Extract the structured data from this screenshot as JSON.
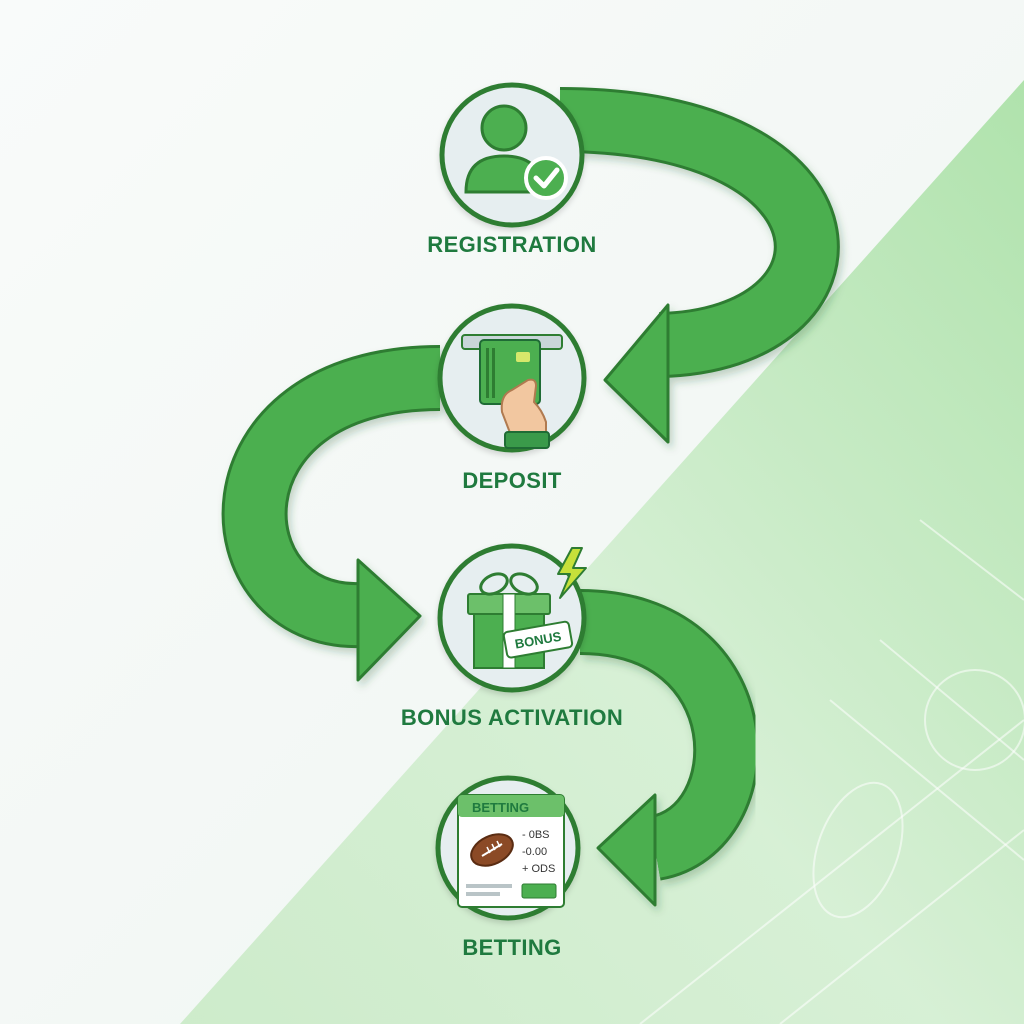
{
  "diagram": {
    "steps": [
      {
        "id": "registration",
        "label": "REGISTRATION",
        "icon": "user-check-icon"
      },
      {
        "id": "deposit",
        "label": "DEPOSIT",
        "icon": "card-payment-icon"
      },
      {
        "id": "bonus",
        "label": "BONUS ACTIVATION",
        "icon": "gift-bonus-icon",
        "badge": "BONUS"
      },
      {
        "id": "betting",
        "label": "BETTING",
        "icon": "betting-slip-icon",
        "slip_header": "BETTING",
        "slip_lines": [
          "- 0BS",
          "-0.00",
          "+ ODS"
        ]
      }
    ],
    "colors": {
      "arrow_green": "#4caf50",
      "arrow_outline": "#2e7d32",
      "label_green": "#1f7a3f",
      "circle_fill": "#e6eef0"
    }
  }
}
